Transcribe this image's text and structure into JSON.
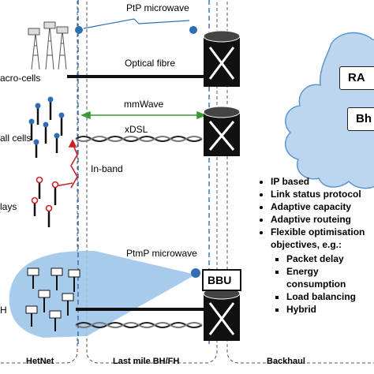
{
  "columns": {
    "left_footer": "HetNet",
    "middle_footer": "Last mile BH/FH",
    "right_footer": "Backhaul"
  },
  "cells": {
    "macro_label": "acro-cells",
    "small_label": "all cells",
    "relays_label": "lays",
    "bottom_label": "H"
  },
  "links": {
    "ptp": "PtP microwave",
    "optical": "Optical fibre",
    "mmwave": "mmWave",
    "xdsl": "xDSL",
    "inband": "In-band",
    "ptmp": "PtmP microwave"
  },
  "nodes": {
    "bbu": "BBU"
  },
  "cloud": {
    "box_top": "RA",
    "box_bottom": "Bh"
  },
  "features": {
    "items": [
      "IP based",
      "Link status protocol",
      "Adaptive capacity",
      "Adaptive routeing",
      "Flexible optimisation objectives, e.g.:"
    ],
    "sub_items": [
      "Packet delay",
      "Energy consumption",
      "Load balancing",
      "Hybrid"
    ]
  },
  "colors": {
    "cloud_fill": "#bcd6ef",
    "cloud_stroke": "#5d95cf",
    "cone_fill": "#9ec5ea",
    "dash_blue": "#2f6db5",
    "green_arrow": "#3a9a3a",
    "red_link": "#cc2222",
    "panel_border": "#555555"
  }
}
